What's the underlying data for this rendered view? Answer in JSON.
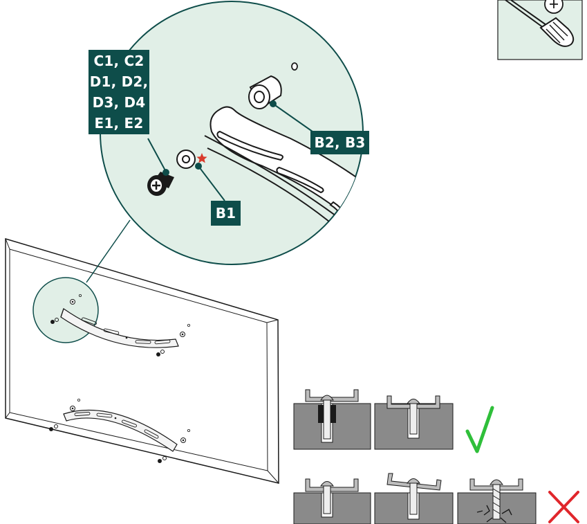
{
  "labels": {
    "screws_group": [
      "C1, C2",
      "D1, D2,",
      "D3, D4",
      "E1, E2"
    ],
    "spacers": "B2, B3",
    "washer": "B1"
  },
  "icons": {
    "tool": "phillips-screwdriver-icon",
    "marker": "red-star-icon",
    "correct": "green-checkmark-icon",
    "incorrect": "red-cross-icon"
  },
  "colors": {
    "accent": "#0e4d4a",
    "zoom_fill": "#e1efe7",
    "tool_box_fill": "#e1efe7",
    "star": "#d93a2b",
    "check": "#2fbf3a",
    "cross": "#e0262b",
    "wall_grey": "#8a8a8a"
  }
}
